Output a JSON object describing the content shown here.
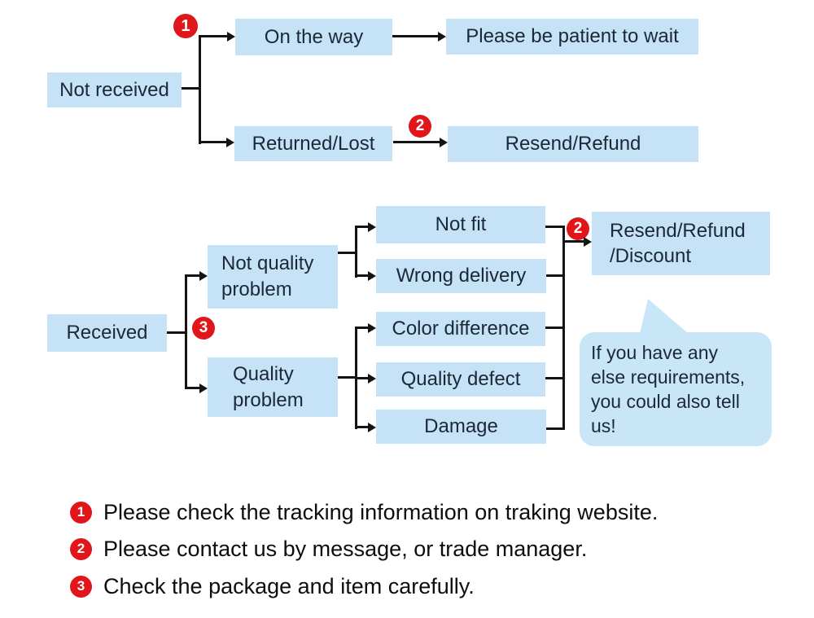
{
  "colors": {
    "box_blue": "#c5e2f6",
    "bubble_blue": "#c9e5f8",
    "badge_red": "#e0161b",
    "text_dark": "#1b2836",
    "line_black": "#141414"
  },
  "flow_not_received": {
    "root": "Not received",
    "badge_one": "1",
    "badge_two": "2",
    "on_the_way": "On the way",
    "be_patient": "Please be patient to wait",
    "returned_lost": "Returned/Lost",
    "resend_refund": "Resend/Refund"
  },
  "flow_received": {
    "root": "Received",
    "badge_three": "3",
    "badge_two": "2",
    "not_quality_line1": "Not quality",
    "not_quality_line2": "problem",
    "quality_line1": "Quality",
    "quality_line2": "problem",
    "not_fit": "Not fit",
    "wrong_delivery": "Wrong delivery",
    "color_difference": "Color difference",
    "quality_defect": "Quality defect",
    "damage": "Damage",
    "outcome_line1": "Resend/Refund",
    "outcome_line2": "/Discount",
    "bubble_lines": [
      "If you have any",
      "else requirements,",
      "you could also tell",
      "us!"
    ]
  },
  "legend": {
    "items": [
      {
        "num": "1",
        "text": "Please check the tracking information on traking website."
      },
      {
        "num": "2",
        "text": "Please contact us by message, or trade manager."
      },
      {
        "num": "3",
        "text": "Check the package and item carefully."
      }
    ]
  }
}
